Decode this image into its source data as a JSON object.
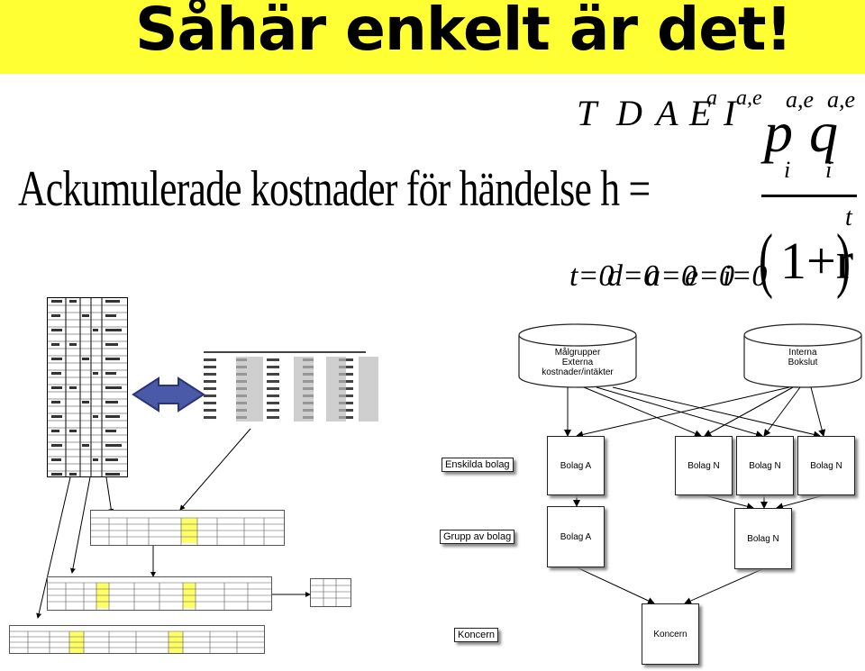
{
  "header": {
    "title": "Såhär enkelt är det!",
    "background": "#ffff33"
  },
  "formula": {
    "label": "Ackumulerade kostnader för händelse h =",
    "sum_upper": [
      "T",
      "D",
      "A",
      "E",
      "I"
    ],
    "sum_upper_sup": {
      "E": "a",
      "I": "a,e"
    },
    "sum_lower": [
      "t=0",
      "d=0",
      "a=0",
      "e=0",
      "i=0"
    ],
    "numerator": {
      "p": "p",
      "p_sup": "a,e",
      "p_sub": "i",
      "q": "q",
      "q_sup": "a,e",
      "q_sub": "i"
    },
    "denominator": {
      "text": "1+r",
      "sup": "t"
    }
  },
  "diagram": {
    "source_left": {
      "line1": "Målgrupper",
      "line2": "Externa kostnader/intäkter"
    },
    "source_right": {
      "line1": "Interna",
      "line2": "Bokslut"
    },
    "row_labels": {
      "enskilda": "Enskilda bolag",
      "grupp": "Grupp av bolag",
      "koncern": "Koncern"
    },
    "row1_boxes": [
      "Bolag A",
      "Bolag N",
      "Bolag N",
      "Bolag N"
    ],
    "row2_boxes": [
      "Bolag A",
      "Bolag N"
    ],
    "bottom_box": "Koncern"
  },
  "colors": {
    "arrow_fill": "#4a5aa8",
    "highlight": "#ffff66"
  }
}
